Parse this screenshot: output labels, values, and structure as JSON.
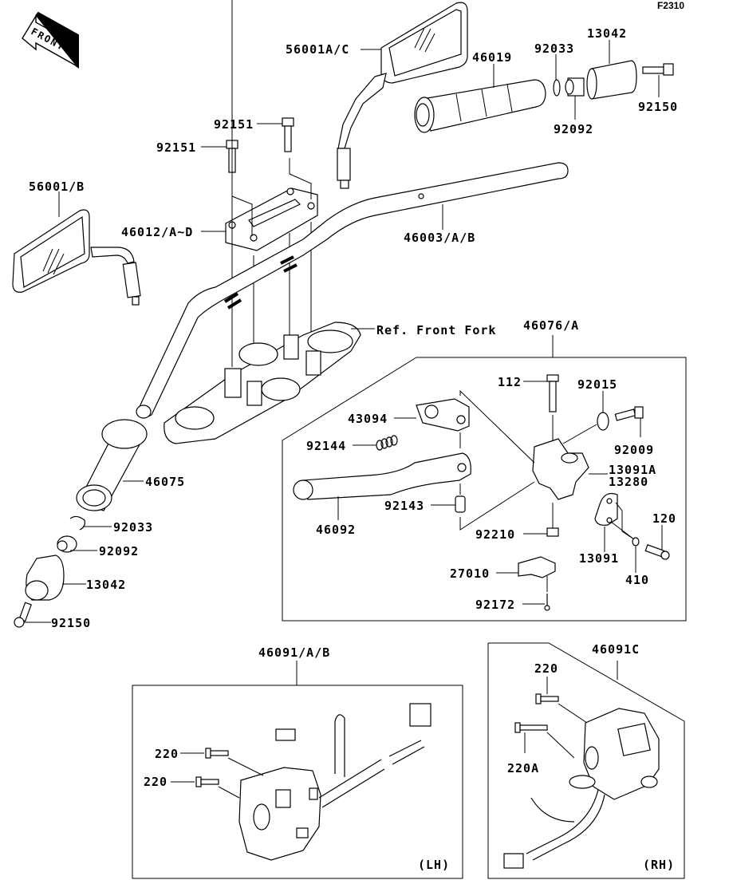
{
  "figure_id": "F2310",
  "front_arrow": {
    "label": "FRONT"
  },
  "reference": {
    "label": "Ref. Front Fork"
  },
  "labels": {
    "mirror_right": "56001A/C",
    "mirror_left": "56001/B",
    "bolt_a": "92151",
    "bolt_b": "92151",
    "holder": "46012/A~D",
    "handlebar": "46003/A/B",
    "grip_right": "46019",
    "ring_right": "92033",
    "damper_right": "92092",
    "weight_right": "13042",
    "screw_right": "92150",
    "grip_left": "46075",
    "ring_left": "92033",
    "damper_left": "92092",
    "weight_left": "13042",
    "screw_left": "92150",
    "lever_assy": "46076/A",
    "bolt_112": "112",
    "knob_92015": "92015",
    "bolt_92009": "92009",
    "adjuster": "43094",
    "spring": "92144",
    "lever": "46092",
    "collar": "92143",
    "nut": "92210",
    "holder_a": "13091A",
    "holder_b": "13280",
    "clamp": "13091",
    "washer": "410",
    "screw_120": "120",
    "switch_27010": "27010",
    "screw_92172": "92172",
    "switch_lh_assy": "46091/A/B",
    "screw_220_a": "220",
    "screw_220_b": "220",
    "side_lh": "(LH)",
    "switch_rh_assy": "46091C",
    "screw_220_rh": "220",
    "screw_220a_rh": "220A",
    "side_rh": "(RH)"
  }
}
